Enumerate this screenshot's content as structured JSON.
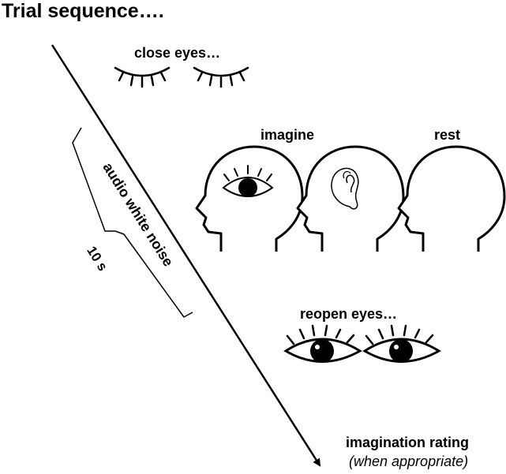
{
  "title": "Trial sequence….",
  "steps": {
    "close_eyes": "close eyes…",
    "imagine": "imagine",
    "rest": "rest",
    "reopen_eyes": "reopen eyes…",
    "rating": "imagination rating",
    "rating_note": "(when appropriate)"
  },
  "timeline": {
    "bracket_label": "audio white noise",
    "duration": "10 s"
  },
  "icons": {
    "closed_eye": "closed-eye-icon",
    "head_eye": "head-with-eye-icon",
    "head_ear": "head-with-ear-icon",
    "head_rest": "head-profile-icon",
    "open_eye": "open-eye-icon"
  },
  "colors": {
    "ink": "#000000",
    "background": "#ffffff"
  }
}
